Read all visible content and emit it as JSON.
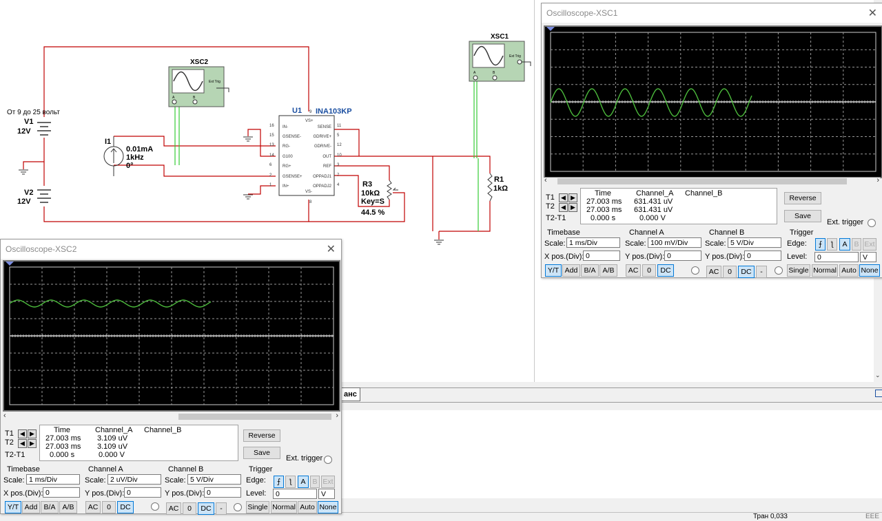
{
  "schematic": {
    "u1_ref": "U1",
    "u1_part": "INA103KP",
    "u1_pins_left": [
      "IN-",
      "GSENSE-",
      "RG-",
      "G100",
      "RG+",
      "GSENSE+",
      "IN+"
    ],
    "u1_pins_left_nums": [
      "16",
      "15",
      "13",
      "14",
      "6",
      "2",
      "1"
    ],
    "u1_pins_right": [
      "SENSE",
      "GDRIVE+",
      "GDRIVE-",
      "OUT",
      "REF",
      "OPPADJ1",
      "OPPADJ2"
    ],
    "u1_pins_right_nums": [
      "11",
      "5",
      "12",
      "10",
      "3",
      "7",
      "4"
    ],
    "u1_vs_plus": "VS+",
    "u1_vs_minus": "VS-",
    "u1_pin9": "9",
    "u1_pin8": "8",
    "v1_note": "От 9 до 25 вольт",
    "v1_name": "V1",
    "v1_value": "12V",
    "v2_name": "V2",
    "v2_value": "12V",
    "i1_name": "I1",
    "i1_value": "0.01mA",
    "i1_freq": "1kHz",
    "i1_phase": "0°",
    "r3_name": "R3",
    "r3_value": "10kΩ",
    "r3_key": "Key=S",
    "r3_percent": "44.5 %",
    "r1_name": "R1",
    "r1_value": "1kΩ",
    "xsc2_name": "XSC2",
    "xsc1_name": "XSC1",
    "ext_trig": "Ext Trig",
    "pin_a": "A",
    "pin_b": "B"
  },
  "bottom_tab": "анс",
  "status_text": "Тран 0,033",
  "status_right": "EEE",
  "scope1": {
    "title": "Oscilloscope-XSC1",
    "readout": {
      "headers": [
        "Time",
        "Channel_A",
        "Channel_B"
      ],
      "rows": [
        {
          "label": "T1",
          "time": "27.003 ms",
          "a": "631.431 uV",
          "b": ""
        },
        {
          "label": "T2",
          "time": "27.003 ms",
          "a": "631.431 uV",
          "b": ""
        },
        {
          "label": "T2-T1",
          "time": "0.000 s",
          "a": "0.000 V",
          "b": ""
        }
      ]
    },
    "reverse": "Reverse",
    "save": "Save",
    "ext_trigger": "Ext. trigger",
    "timebase": {
      "title": "Timebase",
      "scale_label": "Scale:",
      "scale": "1 ms/Div",
      "xpos_label": "X pos.(Div):",
      "xpos": "0",
      "buttons": [
        "Y/T",
        "Add",
        "B/A",
        "A/B"
      ]
    },
    "channel_a": {
      "title": "Channel A",
      "scale_label": "Scale:",
      "scale": "100 mV/Div",
      "ypos_label": "Y pos.(Div):",
      "ypos": "0",
      "buttons": [
        "AC",
        "0",
        "DC"
      ]
    },
    "channel_b": {
      "title": "Channel B",
      "scale_label": "Scale:",
      "scale": "5  V/Div",
      "ypos_label": "Y pos.(Div):",
      "ypos": "0",
      "buttons": [
        "AC",
        "0",
        "DC",
        "-"
      ]
    },
    "trigger": {
      "title": "Trigger",
      "edge_label": "Edge:",
      "edge_buttons": [
        "A",
        "B",
        "Ext"
      ],
      "level_label": "Level:",
      "level": "0",
      "level_unit": "V",
      "mode_buttons": [
        "Single",
        "Normal",
        "Auto",
        "None"
      ]
    }
  },
  "scope2": {
    "title": "Oscilloscope-XSC2",
    "readout": {
      "headers": [
        "Time",
        "Channel_A",
        "Channel_B"
      ],
      "rows": [
        {
          "label": "T1",
          "time": "27.003 ms",
          "a": "3.109 uV",
          "b": ""
        },
        {
          "label": "T2",
          "time": "27.003 ms",
          "a": "3.109 uV",
          "b": ""
        },
        {
          "label": "T2-T1",
          "time": "0.000 s",
          "a": "0.000 V",
          "b": ""
        }
      ]
    },
    "reverse": "Reverse",
    "save": "Save",
    "ext_trigger": "Ext. trigger",
    "timebase": {
      "title": "Timebase",
      "scale_label": "Scale:",
      "scale": "1 ms/Div",
      "xpos_label": "X pos.(Div):",
      "xpos": "0",
      "buttons": [
        "Y/T",
        "Add",
        "B/A",
        "A/B"
      ]
    },
    "channel_a": {
      "title": "Channel A",
      "scale_label": "Scale:",
      "scale": "2 uV/Div",
      "ypos_label": "Y pos.(Div):",
      "ypos": "0",
      "buttons": [
        "AC",
        "0",
        "DC"
      ]
    },
    "channel_b": {
      "title": "Channel B",
      "scale_label": "Scale:",
      "scale": "5  V/Div",
      "ypos_label": "Y pos.(Div):",
      "ypos": "0",
      "buttons": [
        "AC",
        "0",
        "DC",
        "-"
      ]
    },
    "trigger": {
      "title": "Trigger",
      "edge_label": "Edge:",
      "edge_buttons": [
        "A",
        "B",
        "Ext"
      ],
      "level_label": "Level:",
      "level": "0",
      "level_unit": "V",
      "mode_buttons": [
        "Single",
        "Normal",
        "Auto",
        "None"
      ]
    }
  },
  "colors": {
    "wire_red": "#c00000",
    "wire_green": "#33cc33",
    "trace_green": "#4cbb3c",
    "grid": "#9a9a9a",
    "screen_bg": "#000000"
  }
}
